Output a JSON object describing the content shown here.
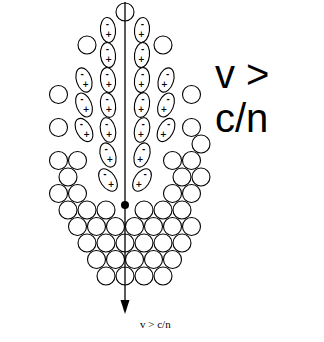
{
  "diagram": {
    "labels": [
      "v > c/n",
      "v > c/n",
      "+",
      "-",
      "+",
      "-",
      "+",
      "-",
      "+",
      "-",
      "+",
      "-",
      "+",
      "-",
      "+",
      "-",
      "+",
      "-",
      "+",
      "-",
      "+",
      "-",
      "+",
      "-",
      "+",
      "-",
      "+",
      "-",
      "+",
      "-",
      "+",
      "-",
      "+",
      "-",
      "+",
      "-",
      "+",
      "-",
      "+",
      "-",
      "+",
      "-"
    ]
  }
}
